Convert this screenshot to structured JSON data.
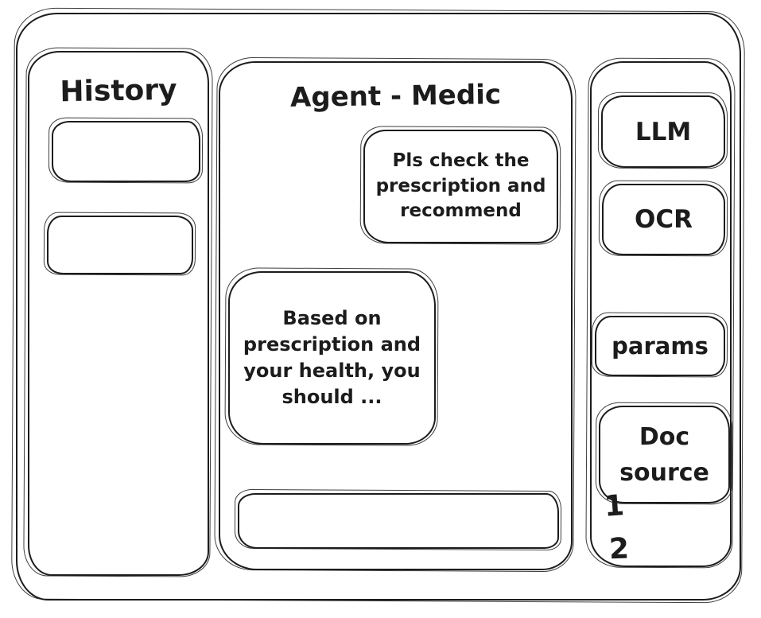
{
  "app": {
    "stroke_color": "#1c1c1c",
    "background_color": "#ffffff"
  },
  "history_panel": {
    "title": "History",
    "items": [
      {
        "label": ""
      },
      {
        "label": ""
      }
    ]
  },
  "chat_panel": {
    "title": "Agent - Medic",
    "messages": [
      {
        "role": "user",
        "text": "Pls check the prescription and recommend"
      },
      {
        "role": "assistant",
        "text": "Based on prescription and your health, you should ..."
      }
    ],
    "input": {
      "value": "",
      "placeholder": ""
    }
  },
  "tools_panel": {
    "buttons": [
      {
        "id": "llm",
        "label": "LLM"
      },
      {
        "id": "ocr",
        "label": "OCR"
      },
      {
        "id": "params",
        "label": "params"
      },
      {
        "id": "doc-source",
        "label": "Doc source"
      }
    ],
    "doc_source_list": [
      "1",
      "2"
    ]
  }
}
